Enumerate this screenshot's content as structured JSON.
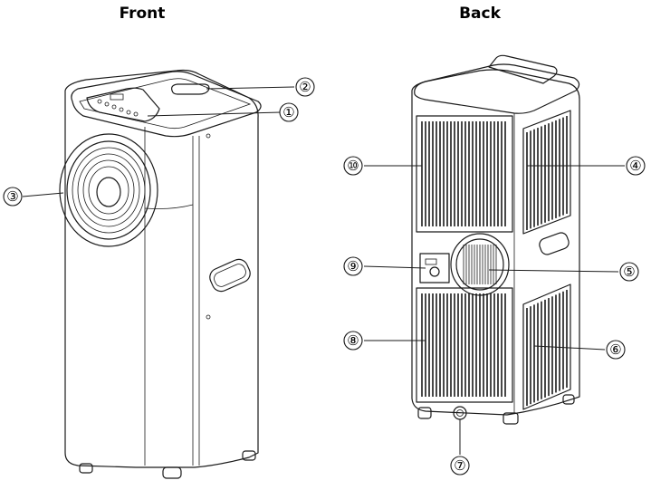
{
  "headings": {
    "front": "Front",
    "back": "Back"
  },
  "callouts": [
    {
      "id": "1",
      "label": "①"
    },
    {
      "id": "2",
      "label": "②"
    },
    {
      "id": "3",
      "label": "③"
    },
    {
      "id": "4",
      "label": "④"
    },
    {
      "id": "5",
      "label": "⑤"
    },
    {
      "id": "6",
      "label": "⑥"
    },
    {
      "id": "7",
      "label": "⑦"
    },
    {
      "id": "8",
      "label": "⑧"
    },
    {
      "id": "9",
      "label": "⑨"
    },
    {
      "id": "10",
      "label": "⑩"
    }
  ]
}
